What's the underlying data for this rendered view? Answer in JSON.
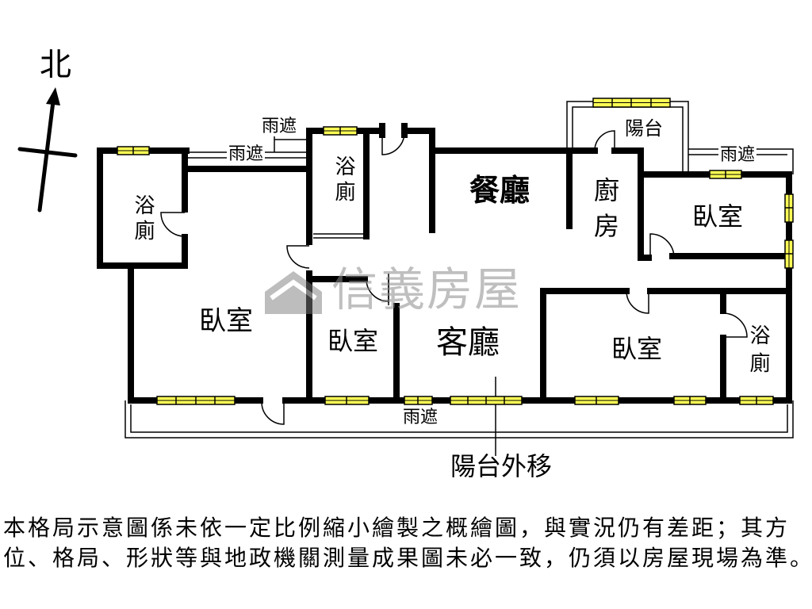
{
  "compass": {
    "north": "北"
  },
  "rooms": {
    "bath_left": "浴廁",
    "bath_middle": "浴廁",
    "bath_right": "浴廁",
    "balcony": "陽台",
    "dining": "餐廳",
    "kitchen": "廚房",
    "bedroom_top_right": "臥室",
    "bedroom_left": "臥室",
    "bedroom_small": "臥室",
    "living": "客廳",
    "bedroom_right": "臥室"
  },
  "annotations": {
    "canopy_top": "雨遮",
    "canopy_upper_left": "雨遮",
    "canopy_right": "雨遮",
    "canopy_bottom": "雨遮",
    "balcony_moved": "陽台外移"
  },
  "watermark": {
    "brand": "信義房屋"
  },
  "disclaimer": {
    "line1": "本格局示意圖係未依一定比例縮小繪製之概繪圖，與實況仍有差距；其方",
    "line2": "位、格局、形狀等與地政機關測量成果圖未必一致，仍須以房屋現場為準。"
  },
  "colors": {
    "wall": "#000000",
    "window": "#ffff55",
    "watermark": "#8c8c8c"
  }
}
